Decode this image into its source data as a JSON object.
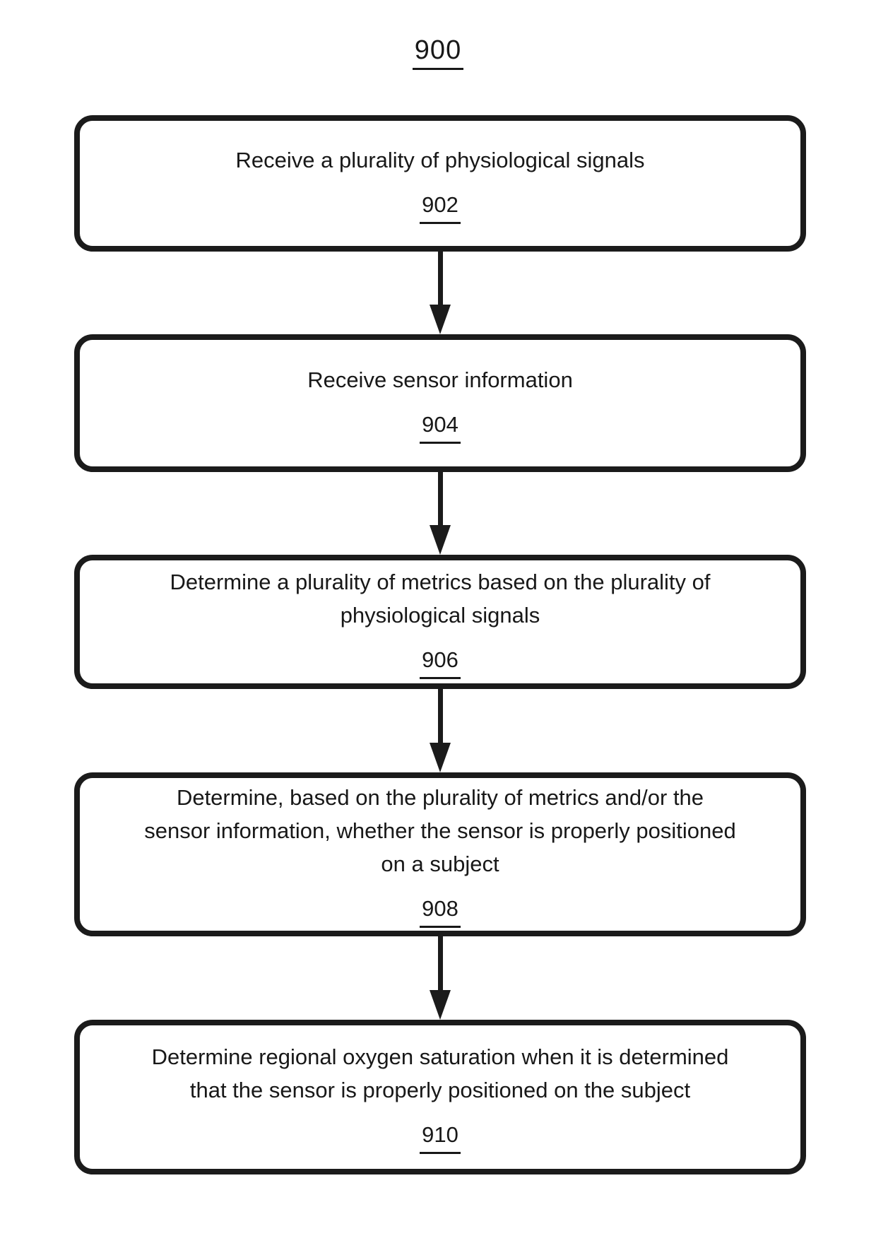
{
  "figure": {
    "title": "900",
    "steps": [
      {
        "lines": [
          "Receive a plurality of physiological signals"
        ],
        "ref": "902"
      },
      {
        "lines": [
          "Receive sensor information"
        ],
        "ref": "904"
      },
      {
        "lines": [
          "Determine a plurality of metrics based on the plurality of",
          "physiological signals"
        ],
        "ref": "906"
      },
      {
        "lines": [
          "Determine, based on the plurality of metrics and/or the",
          "sensor information, whether the sensor is properly positioned",
          "on a subject"
        ],
        "ref": "908"
      },
      {
        "lines": [
          "Determine regional oxygen saturation when it is determined",
          "that the sensor is properly positioned on the subject"
        ],
        "ref": "910"
      }
    ],
    "colors": {
      "ink": "#1b1b1b",
      "paper": "#ffffff"
    }
  }
}
